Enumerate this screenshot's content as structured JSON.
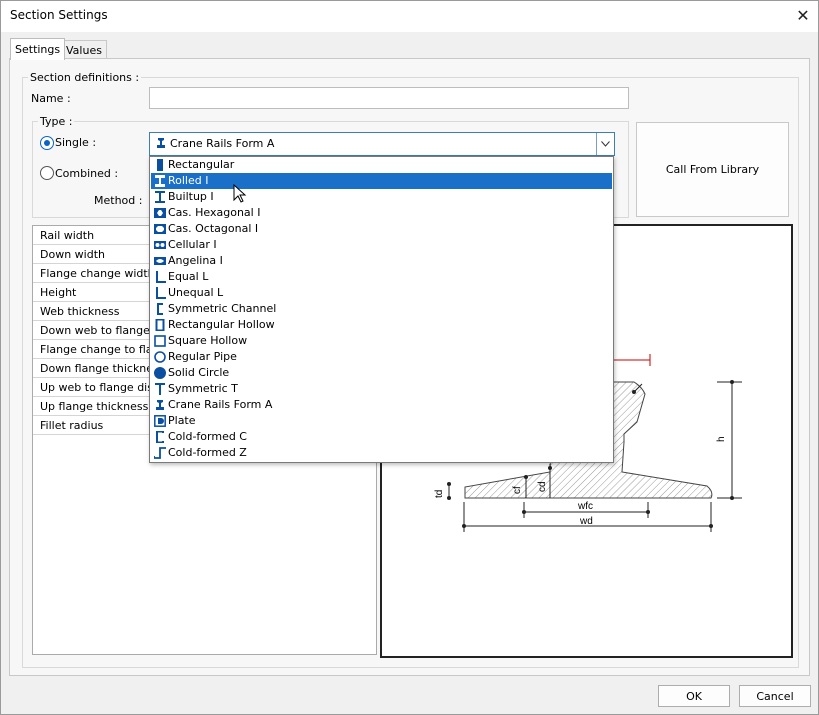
{
  "window": {
    "title": "Section Settings"
  },
  "tabs": [
    {
      "label": "Settings"
    },
    {
      "label": "Values"
    }
  ],
  "section": {
    "group_label": "Section definitions :",
    "name_label": "Name :",
    "name_value": "",
    "type_label": "Type :",
    "single_label": "Single :",
    "combined_label": "Combined :",
    "method_label": "Method :",
    "selected_type": "Crane Rails Form A",
    "library_button": "Call From Library"
  },
  "dropdown_items": [
    {
      "label": "Rectangular",
      "icon": "rectangle-icon"
    },
    {
      "label": "Rolled I",
      "icon": "i-section-icon"
    },
    {
      "label": "Builtup I",
      "icon": "i-section-icon"
    },
    {
      "label": "Cas. Hexagonal I",
      "icon": "hexagonal-icon"
    },
    {
      "label": "Cas. Octagonal I",
      "icon": "octagonal-icon"
    },
    {
      "label": "Cellular I",
      "icon": "cellular-icon"
    },
    {
      "label": "Angelina I",
      "icon": "angelina-icon"
    },
    {
      "label": "Equal L",
      "icon": "angle-icon"
    },
    {
      "label": "Unequal L",
      "icon": "angle-icon"
    },
    {
      "label": "Symmetric Channel",
      "icon": "channel-icon"
    },
    {
      "label": "Rectangular Hollow",
      "icon": "rect-hollow-icon"
    },
    {
      "label": "Square Hollow",
      "icon": "square-hollow-icon"
    },
    {
      "label": "Regular Pipe",
      "icon": "pipe-icon"
    },
    {
      "label": "Solid Circle",
      "icon": "circle-icon"
    },
    {
      "label": "Symmetric T",
      "icon": "t-section-icon"
    },
    {
      "label": "Crane Rails Form A",
      "icon": "crane-rail-icon"
    },
    {
      "label": "Plate",
      "icon": "plate-icon"
    },
    {
      "label": "Cold-formed C",
      "icon": "cold-c-icon"
    },
    {
      "label": "Cold-formed Z",
      "icon": "cold-z-icon"
    }
  ],
  "dropdown_selected": "Rolled I",
  "properties": [
    {
      "label": "Rail width"
    },
    {
      "label": "Down width"
    },
    {
      "label": "Flange change width"
    },
    {
      "label": "Height"
    },
    {
      "label": "Web thickness"
    },
    {
      "label": "Down web to flange dis"
    },
    {
      "label": "Flange change to flang"
    },
    {
      "label": "Down flange thickness"
    },
    {
      "label": "Up web to flange distar"
    },
    {
      "label": "Up flange thickness"
    },
    {
      "label": "Fillet radius"
    }
  ],
  "drawing": {
    "dims": {
      "h": "h",
      "td": "td",
      "cf": "cf",
      "cd": "cd",
      "wfc": "wfc",
      "wd": "wd"
    }
  },
  "buttons": {
    "ok": "OK",
    "cancel": "Cancel"
  },
  "colors": {
    "accent": "#1a6fc9",
    "icon_blue": "#0b4fa0",
    "dim_red": "#cc0000"
  }
}
